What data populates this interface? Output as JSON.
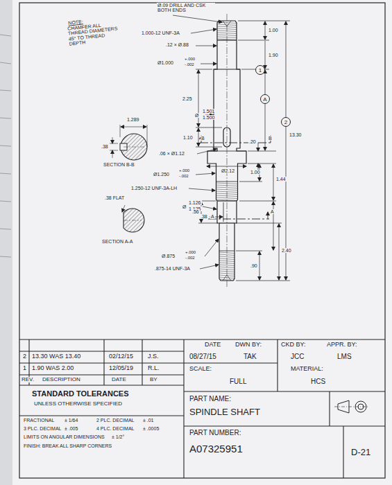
{
  "diagram": {
    "nodes": [
      {
        "text": [
          "1"
        ]
      },
      {
        "text": [
          "A"
        ]
      },
      {
        "text": [
          "2"
        ]
      }
    ],
    "labels": [
      "NOTE:",
      "CHAMFER ALL THREAD DIAMETERS 45° TO THREAD DEPTH",
      "Ø.09 DRILL AND CSK BOTH ENDS",
      "1.000-12 UNF-3A",
      ".12 × Ø.88",
      "Ø1.000",
      "+.000",
      "-.002",
      "1.00",
      "1.90",
      "2.25",
      "Ø",
      "1.501",
      "1.500",
      "1.289",
      "1.10",
      "B",
      "B",
      ".38",
      "SECTION B-B",
      ".06 × Ø1.12",
      "Ø2.12",
      ".20",
      "13.30",
      "Ø1.250",
      "+.000",
      "-.002",
      "1.44",
      "1.00",
      "1.250-12 UNF-3A-LH",
      ".38 FLAT",
      "Ø",
      "1.126",
      "1.125",
      ".38",
      "A",
      "A",
      ".56",
      "SECTION A-A",
      "Ø.875",
      "+.000",
      "-.002",
      "2.40",
      ".875-14 UNF-3A",
      ".90",
      "DATE",
      "DWN BY:",
      "CKD BY:",
      "APPR. BY:",
      "2",
      "13.30 WAS 13.40",
      "02/12/15",
      "J.S.",
      "08/27/15",
      "TAK",
      "JCC",
      "LMS",
      "1",
      "1.90 WAS 2.00",
      "12/05/19",
      "R.L.",
      "SCALE:",
      "MATERIAL:",
      "REV.",
      "DESCRIPTION",
      "DATE",
      "BY",
      "FULL",
      "HCS",
      "STANDARD TOLERANCES",
      "UNLESS OTHERWISE SPECIFIED",
      "PART NAME:",
      "SPINDLE SHAFT",
      "FRACTIONAL",
      "± 1/64",
      "2 PLC. DECIMAL",
      "± .01",
      "3 PLC. DECIMAL",
      "± .005",
      "4 PLC. DECIMAL",
      "± .0005",
      "PART NUMBER:",
      "LIMITS ON ANGULAR DIMENSIONS",
      "± 1/2°",
      "A07325951",
      "D-21",
      "FINISH: BREAK ALL SHARP CORNERS"
    ]
  }
}
